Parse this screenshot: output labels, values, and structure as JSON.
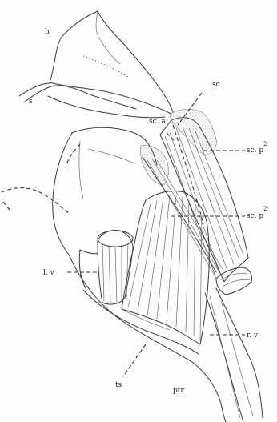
{
  "labels": {
    "h": "h",
    "s": "s",
    "sc": "sc",
    "sc_a": "sc. a",
    "sc_p2": "sc. p",
    "sc_p2_sup": "2",
    "sc_p2prime": "sc. p",
    "sc_p2prime_sup": "2'",
    "l_v": "l. v",
    "r_v": "r. v",
    "ts": "ts",
    "ptr": "ptr"
  },
  "colors": {
    "ink": "#3a3a3a",
    "stipple": "#c9c9c9",
    "paper": "#fdfdfc"
  }
}
